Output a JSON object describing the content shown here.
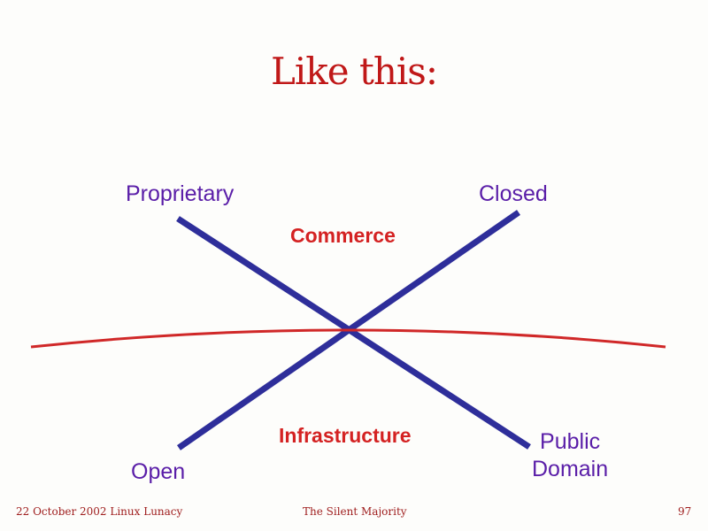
{
  "slide": {
    "title": "Like this:",
    "labels": {
      "top_left": "Proprietary",
      "top_right": "Closed",
      "bottom_left": "Open",
      "bottom_right_line1": "Public",
      "bottom_right_line2": "Domain"
    },
    "regions": {
      "upper": "Commerce",
      "lower": "Infrastructure"
    },
    "colors": {
      "axis_lines": "#2e2e9a",
      "divider_curve": "#d02828",
      "title": "#c01818",
      "labels": "#5a1ea8",
      "regions": "#d42222"
    }
  },
  "footer": {
    "left": "22 October 2002 Linux Lunacy",
    "center": "The Silent Majority",
    "page_number": "97"
  }
}
